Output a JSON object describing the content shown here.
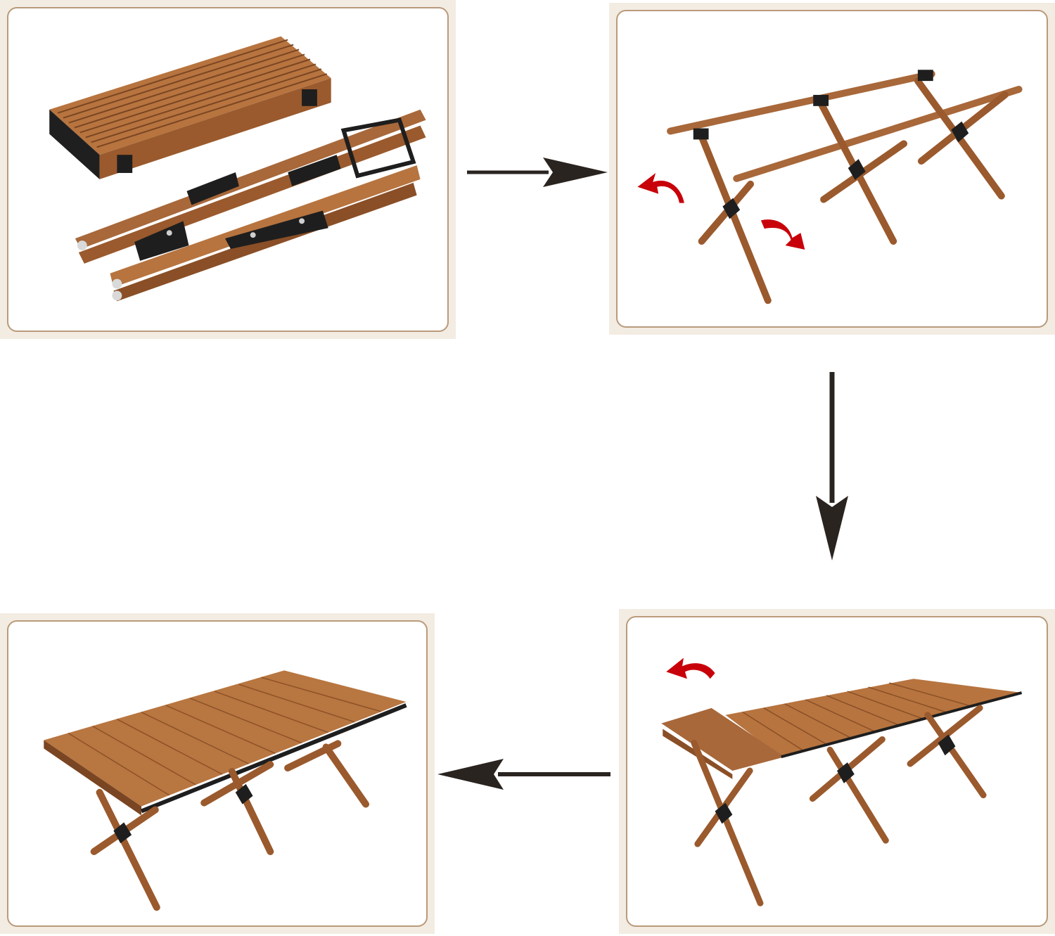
{
  "figure": {
    "description_steps": [
      {
        "step": 1,
        "name": "folded-table"
      },
      {
        "step": 2,
        "name": "unfolded-frame"
      },
      {
        "step": 3,
        "name": "rolling-out-tabletop"
      },
      {
        "step": 4,
        "name": "assembled-table"
      }
    ],
    "colors": {
      "panel_background": "#f3ece2",
      "panel_border": "#b99a7b",
      "wood": "#a8683a",
      "wood_dark": "#7a4522",
      "wood_light": "#c98a55",
      "hardware": "#1e1e1e",
      "flow_arrow": "#2a2420",
      "rotation_arrow": "#c8000a"
    },
    "icons": [
      "arrow-right-icon",
      "arrow-down-icon",
      "arrow-left-icon",
      "rotate-arrow-icon"
    ]
  }
}
